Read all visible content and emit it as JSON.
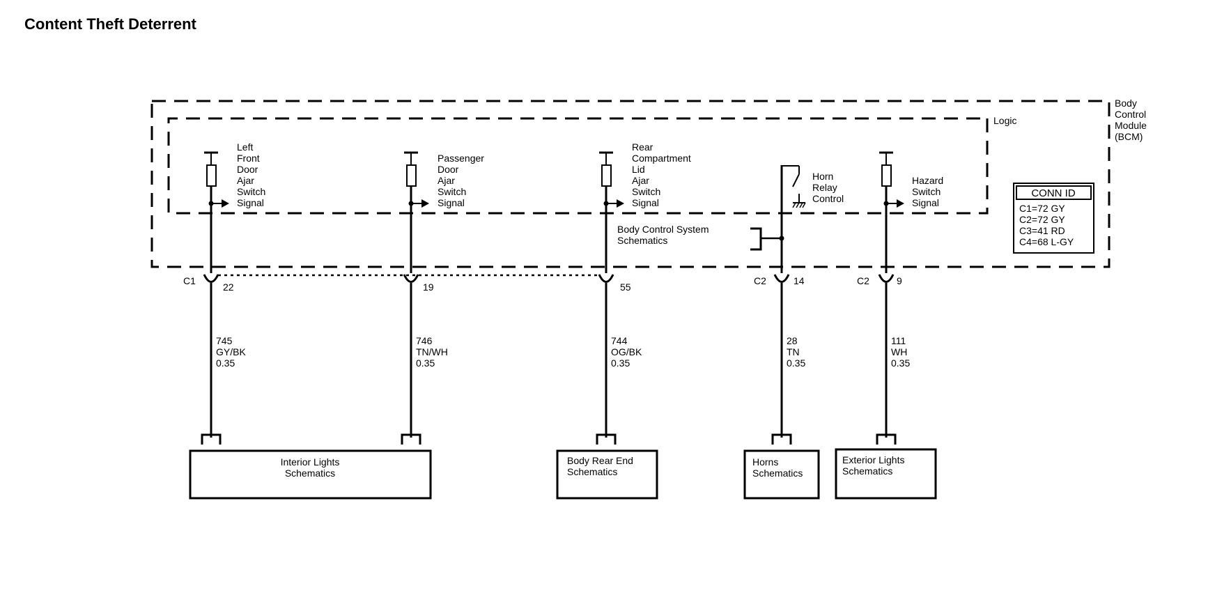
{
  "title": "Content Theft Deterrent",
  "module": {
    "name_lines": [
      "Body",
      "Control",
      "Module",
      "(BCM)"
    ],
    "logic_label": "Logic"
  },
  "conn_table": {
    "header": "CONN ID",
    "rows": [
      "C1=72 GY",
      "C2=72 GY",
      "C3=41 RD",
      "C4=68 L-GY"
    ]
  },
  "circuits": [
    {
      "signal_lines": [
        "Left",
        "Front",
        "Door",
        "Ajar",
        "Switch",
        "Signal"
      ],
      "connector": "C1",
      "pin": "22",
      "wire": {
        "circuit": "745",
        "color": "GY/BK",
        "gauge": "0.35"
      }
    },
    {
      "signal_lines": [
        "Passenger",
        "Door",
        "Ajar",
        "Switch",
        "Signal"
      ],
      "connector": "",
      "pin": "19",
      "wire": {
        "circuit": "746",
        "color": "TN/WH",
        "gauge": "0.35"
      }
    },
    {
      "signal_lines": [
        "Rear",
        "Compartment",
        "Lid",
        "Ajar",
        "Switch",
        "Signal"
      ],
      "connector": "",
      "pin": "55",
      "wire": {
        "circuit": "744",
        "color": "OG/BK",
        "gauge": "0.35"
      }
    },
    {
      "signal_lines": [
        "Horn",
        "Relay",
        "Control"
      ],
      "connector": "C2",
      "pin": "14",
      "wire": {
        "circuit": "28",
        "color": "TN",
        "gauge": "0.35"
      }
    },
    {
      "signal_lines": [
        "Hazard",
        "Switch",
        "Signal"
      ],
      "connector": "C2",
      "pin": "9",
      "wire": {
        "circuit": "111",
        "color": "WH",
        "gauge": "0.35"
      }
    }
  ],
  "body_control_ref_lines": [
    "Body Control System",
    "Schematics"
  ],
  "destinations": [
    {
      "lines": [
        "Interior Lights",
        "Schematics"
      ]
    },
    {
      "lines": [
        "Body Rear End",
        "Schematics"
      ]
    },
    {
      "lines": [
        "Horns",
        "Schematics"
      ]
    },
    {
      "lines": [
        "Exterior Lights",
        "Schematics"
      ]
    }
  ]
}
